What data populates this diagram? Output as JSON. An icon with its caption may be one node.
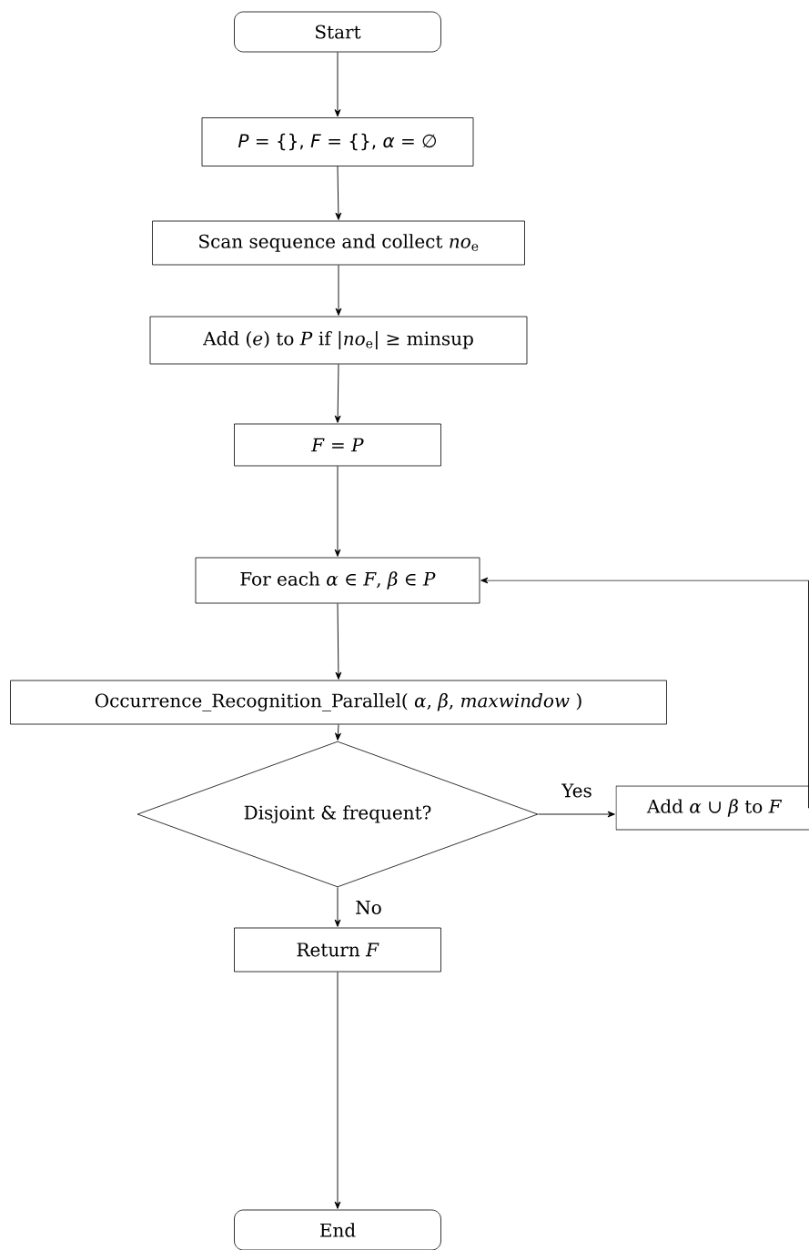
{
  "diagram": {
    "nodes": [
      {
        "text": [
          "Start"
        ]
      },
      {
        "text": [
          "*P* = {}, *F* = {}, *α* = ∅"
        ]
      },
      {
        "text": [
          "Scan sequence and collect *no*$_{e}$"
        ]
      },
      {
        "text": [
          "Add (*e*) to *P* if |*no*$_{e}$| ≥ minsup"
        ]
      },
      {
        "text": [
          "*F* = *P*"
        ]
      },
      {
        "text": [
          "For each *α* ∈ *F*, *β* ∈ *P*"
        ]
      },
      {
        "text": [
          "Occurrence_Recognition_Parallel( *α*, *β*, *maxwindow* )"
        ]
      },
      {
        "text": [
          "Disjoint & frequent?"
        ]
      },
      {
        "text": [
          "Add *α* ∪ *β* to *F*"
        ]
      },
      {
        "text": [
          "Return *F*"
        ]
      },
      {
        "text": [
          "End"
        ]
      }
    ],
    "edges": [
      {
        "from": 0,
        "to": 1,
        "arrow": "to"
      },
      {
        "from": 1,
        "to": 2,
        "arrow": "to"
      },
      {
        "from": 2,
        "to": 3,
        "arrow": "to"
      },
      {
        "from": 3,
        "to": 4,
        "arrow": "to"
      },
      {
        "from": 4,
        "to": 5,
        "arrow": "to"
      },
      {
        "from": 5,
        "to": 6,
        "arrow": "to"
      },
      {
        "from": 6,
        "to": 7,
        "arrow": "to"
      },
      {
        "from": 7,
        "to": 8,
        "arrow": "to",
        "label": "Yes"
      },
      {
        "from": 7,
        "to": 9,
        "arrow": "to",
        "label": "No"
      },
      {
        "from": 9,
        "to": 10,
        "arrow": "to"
      },
      {
        "from": 8,
        "to": 5,
        "arrow": "to"
      }
    ]
  }
}
